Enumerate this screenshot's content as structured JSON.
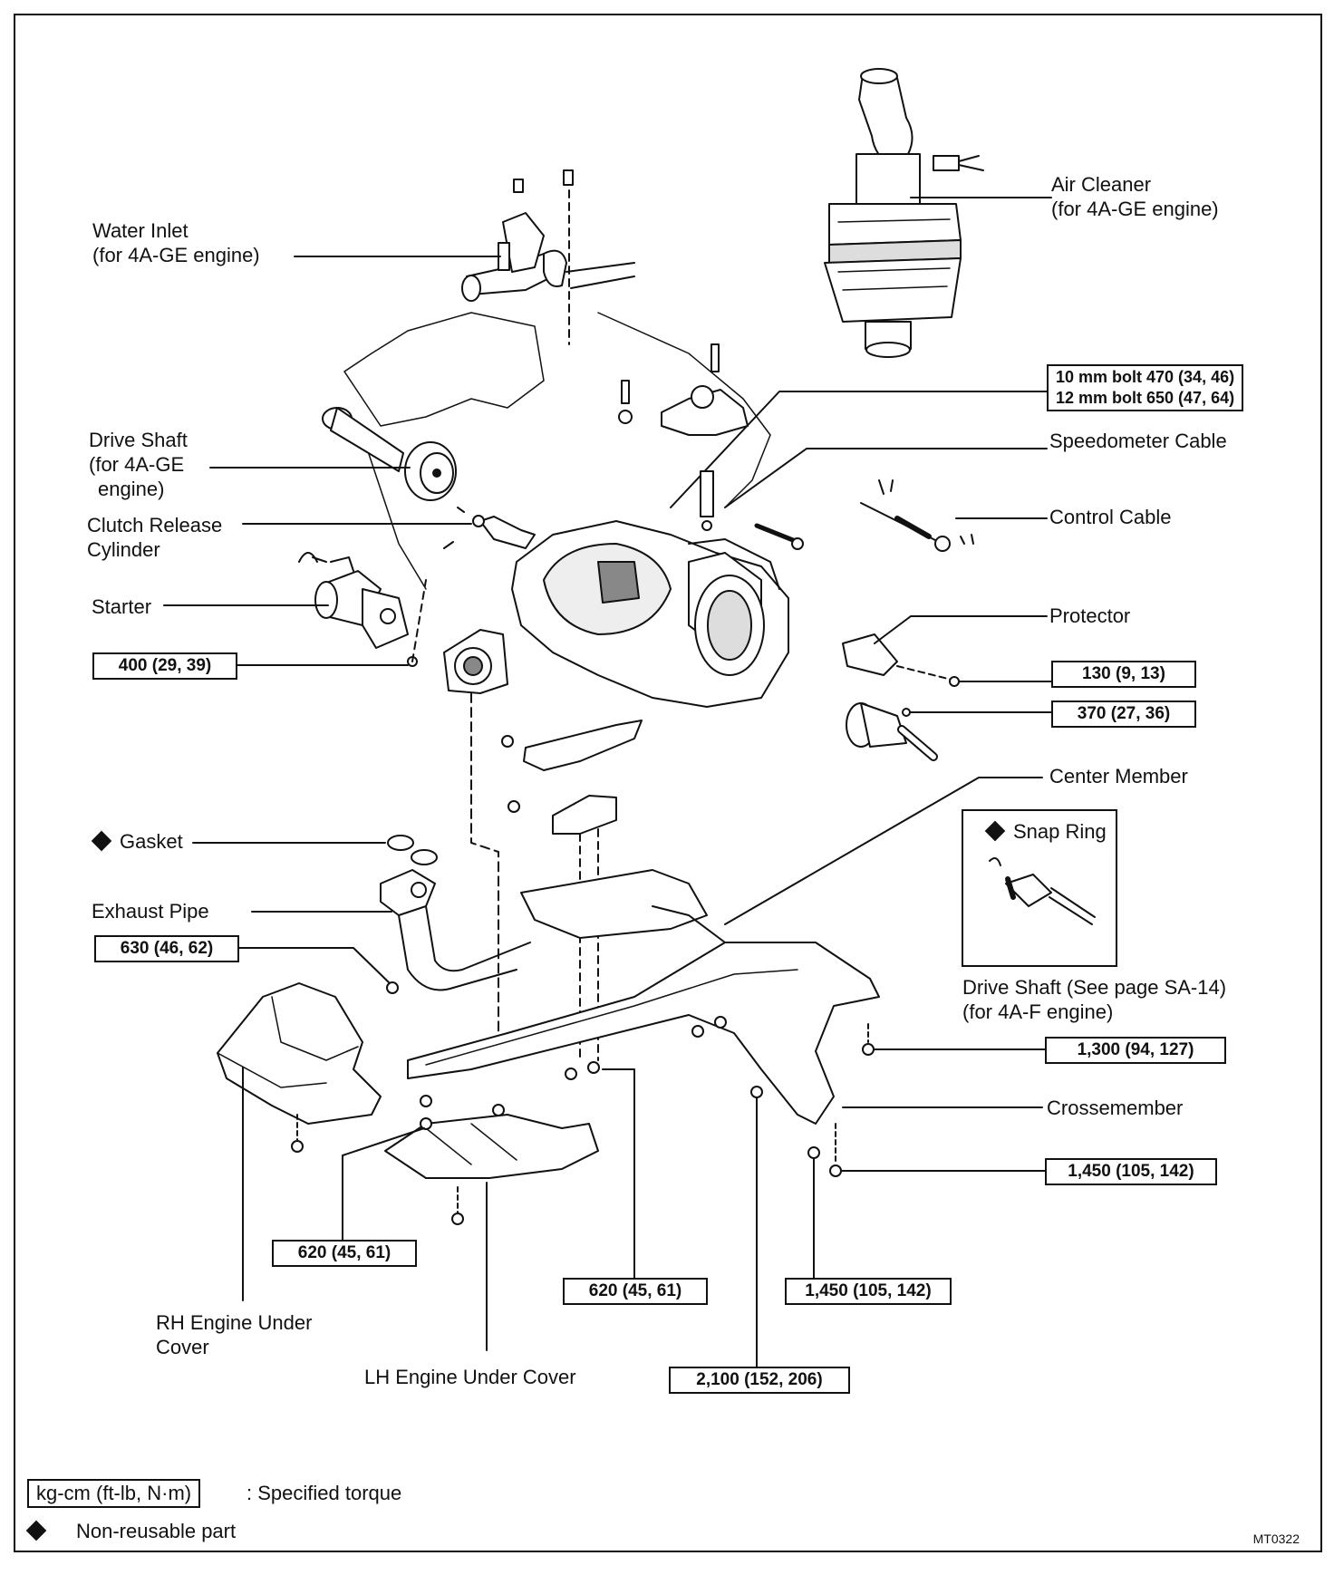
{
  "labels": {
    "air_cleaner": [
      "Air Cleaner",
      "(for 4A-GE engine)"
    ],
    "water_inlet": [
      "Water Inlet",
      "(for 4A-GE engine)"
    ],
    "speedometer_cable": "Speedometer Cable",
    "drive_shaft_ge": [
      "Drive Shaft",
      "(for 4A-GE",
      "engine)"
    ],
    "control_cable": "Control Cable",
    "clutch_release_cylinder": [
      "Clutch Release",
      "Cylinder"
    ],
    "starter": "Starter",
    "protector": "Protector",
    "center_member": "Center Member",
    "gasket": "Gasket",
    "snap_ring": "Snap Ring",
    "exhaust_pipe": "Exhaust Pipe",
    "drive_shaft_f": [
      "Drive Shaft (See page SA-14)",
      "(for 4A-F engine)"
    ],
    "crossmember": "Crossemember",
    "rh_engine_under_cover": [
      "RH Engine Under",
      "Cover"
    ],
    "lh_engine_under_cover": "LH Engine Under Cover"
  },
  "torques": {
    "bolt_10mm": "10 mm bolt  470 (34, 46)",
    "bolt_12mm": "12 mm bolt  650 (47, 64)",
    "starter_bolt": "400 (29, 39)",
    "protector_bolt": "130 (9, 13)",
    "shaft_bolt": "370 (27, 36)",
    "exhaust_bolt": "630 (46, 62)",
    "crossmember_front": "1,300 (94, 127)",
    "crossmember_rear_right": "1,450 (105, 142)",
    "rh_cover_bolt": "620 (45, 61)",
    "center_bolt": "620 (45, 61)",
    "crossmember_rear_bottom": "1,450 (105, 142)",
    "crossmember_bottom": "2,100 (152, 206)"
  },
  "legend": {
    "unit_box": "kg-cm (ft-lb, N·m)",
    "unit_text": ":  Specified torque",
    "nonreusable_text": "Non-reusable part"
  },
  "figure_code": "MT0322",
  "icons": [
    "diamond-icon"
  ]
}
